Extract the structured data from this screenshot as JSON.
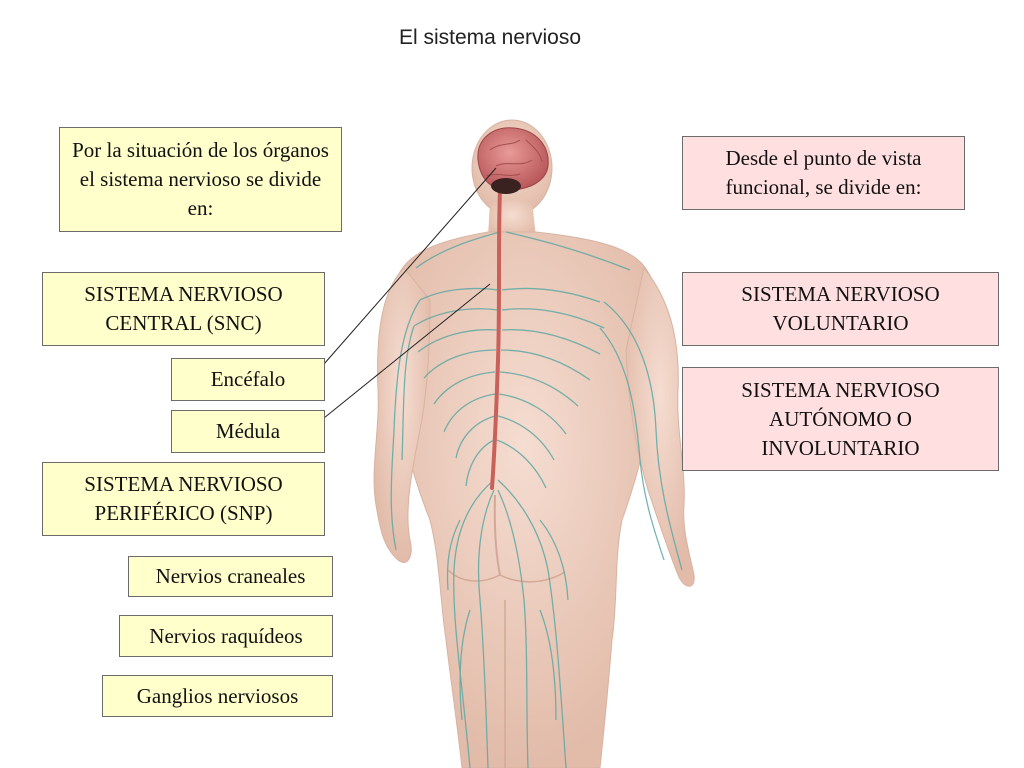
{
  "title": "El sistema nervioso",
  "left": {
    "intro": "Por la situación de los órganos el sistema nervioso se divide en:",
    "snc": "SISTEMA NERVIOSO CENTRAL (SNC)",
    "encefalo": "Encéfalo",
    "medula": "Médula",
    "snp": "SISTEMA NERVIOSO PERIFÉRICO (SNP)",
    "craneales": "Nervios craneales",
    "raquideos": "Nervios raquídeos",
    "ganglios": "Ganglios nerviosos"
  },
  "right": {
    "intro": "Desde el punto de vista funcional, se divide en:",
    "voluntario": "SISTEMA NERVIOSO VOLUNTARIO",
    "autonomo": "SISTEMA NERVIOSO AUTÓNOMO O INVOLUNTARIO"
  },
  "colors": {
    "skin": "#f0d2c4",
    "nerve": "#5fa8a4",
    "spinal_cord": "#c9605a",
    "brain": "#d9787a",
    "left_boxes": "#ffffcc",
    "right_boxes": "#ffdfe0"
  }
}
